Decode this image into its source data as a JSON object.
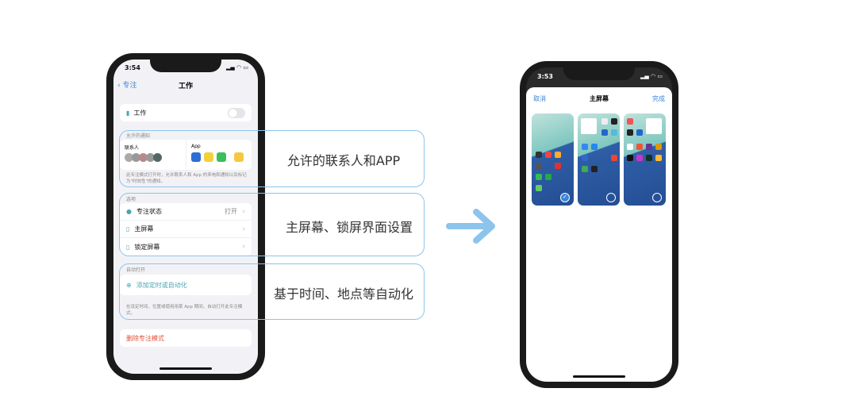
{
  "left_phone": {
    "time": "3:54",
    "nav": {
      "back_label": "专注",
      "title": "工作"
    },
    "focus_toggle": {
      "label": "工作",
      "on": false
    },
    "allowed": {
      "section": "允许的通知",
      "people_label": "联系人",
      "apps_label": "App",
      "note": "此专注模式打开时，允许联系人和 App 的来电和通知以及标记为\"时效性\"的通知。"
    },
    "options": {
      "section": "选项",
      "items": [
        {
          "label": "专注状态",
          "value": "打开"
        },
        {
          "label": "主屏幕",
          "value": ""
        },
        {
          "label": "锁定屏幕",
          "value": ""
        }
      ]
    },
    "auto": {
      "section": "自动打开",
      "add_label": "添加定时或自动化",
      "note": "在设定时间、位置或使用用某 App 期间，自动打开此专注模式。"
    },
    "delete_label": "删除专注模式"
  },
  "callouts": [
    "允许的联系人和APP",
    "主屏幕、锁屏界面设置",
    "基于时间、地点等自动化"
  ],
  "right_phone": {
    "time": "3:53",
    "sheet": {
      "cancel": "取消",
      "title": "主屏幕",
      "done": "完成"
    },
    "pages": [
      {
        "selected": true
      },
      {
        "selected": false
      },
      {
        "selected": false
      }
    ]
  },
  "colors": {
    "accent": "#3a86d8",
    "callout_border": "#8cc4ec",
    "arrow": "#8cc4ec",
    "delete": "#e0503a",
    "teal": "#4aa6b0"
  }
}
